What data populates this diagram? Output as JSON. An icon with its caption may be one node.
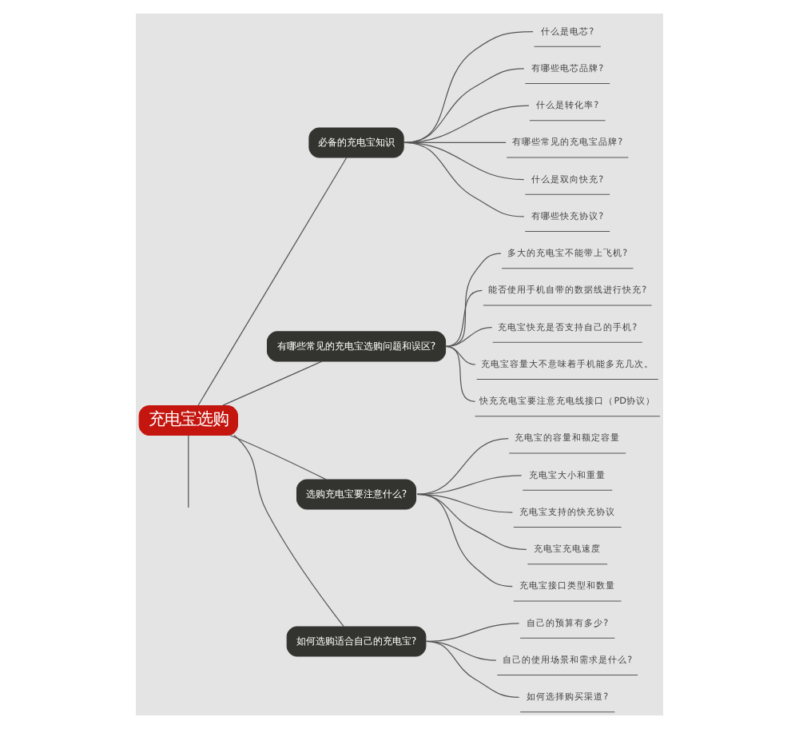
{
  "diagram": {
    "nodes": [
      {
        "text": [
          "充电宝选购"
        ]
      },
      {
        "text": [
          "必备的充电宝知识"
        ]
      },
      {
        "text": [
          "什么是电芯?"
        ]
      },
      {
        "text": [
          "有哪些电芯品牌?"
        ]
      },
      {
        "text": [
          "什么是转化率?"
        ]
      },
      {
        "text": [
          "有哪些常见的充电宝品牌?"
        ]
      },
      {
        "text": [
          "什么是双向快充?"
        ]
      },
      {
        "text": [
          "有哪些快充协议?"
        ]
      },
      {
        "text": [
          "有哪些常见的充电宝选购问题和误区?"
        ]
      },
      {
        "text": [
          "多大的充电宝不能带上飞机?"
        ]
      },
      {
        "text": [
          "能否使用手机自带的数据线进行快充?"
        ]
      },
      {
        "text": [
          "充电宝快充是否支持自己的手机?"
        ]
      },
      {
        "text": [
          "充电宝容量大不意味着手机能多充几次。"
        ]
      },
      {
        "text": [
          "快充充电宝要注意充电线接口（PD协议）"
        ]
      },
      {
        "text": [
          "选购充电宝要注意什么?"
        ]
      },
      {
        "text": [
          "充电宝的容量和额定容量"
        ]
      },
      {
        "text": [
          "充电宝大小和重量"
        ]
      },
      {
        "text": [
          "充电宝支持的快充协议"
        ]
      },
      {
        "text": [
          "充电宝充电速度"
        ]
      },
      {
        "text": [
          "充电宝接口类型和数量"
        ]
      },
      {
        "text": [
          "如何选购适合自己的充电宝?"
        ]
      },
      {
        "text": [
          "自己的预算有多少?"
        ]
      },
      {
        "text": [
          "自己的使用场景和需求是什么?"
        ]
      },
      {
        "text": [
          "如何选择购买渠道?"
        ]
      }
    ],
    "edges": [
      {
        "from": 0,
        "to": 1,
        "arrow": "none"
      },
      {
        "from": 1,
        "to": 2,
        "arrow": "none"
      },
      {
        "from": 1,
        "to": 3,
        "arrow": "none"
      },
      {
        "from": 1,
        "to": 4,
        "arrow": "none"
      },
      {
        "from": 1,
        "to": 5,
        "arrow": "none"
      },
      {
        "from": 1,
        "to": 6,
        "arrow": "none"
      },
      {
        "from": 1,
        "to": 7,
        "arrow": "none"
      },
      {
        "from": 0,
        "to": 8,
        "arrow": "none"
      },
      {
        "from": 8,
        "to": 9,
        "arrow": "none"
      },
      {
        "from": 8,
        "to": 10,
        "arrow": "none"
      },
      {
        "from": 8,
        "to": 11,
        "arrow": "none"
      },
      {
        "from": 8,
        "to": 12,
        "arrow": "none"
      },
      {
        "from": 8,
        "to": 13,
        "arrow": "none"
      },
      {
        "from": 0,
        "to": 14,
        "arrow": "none"
      },
      {
        "from": 14,
        "to": 15,
        "arrow": "none"
      },
      {
        "from": 14,
        "to": 16,
        "arrow": "none"
      },
      {
        "from": 14,
        "to": 17,
        "arrow": "none"
      },
      {
        "from": 14,
        "to": 18,
        "arrow": "none"
      },
      {
        "from": 14,
        "to": 19,
        "arrow": "none"
      },
      {
        "from": 0,
        "to": 20,
        "arrow": "none"
      },
      {
        "from": 20,
        "to": 21,
        "arrow": "none"
      },
      {
        "from": 20,
        "to": 22,
        "arrow": "none"
      },
      {
        "from": 20,
        "to": 23,
        "arrow": "none"
      },
      {
        "from": 0,
        "to": null,
        "arrow": "none"
      }
    ]
  }
}
